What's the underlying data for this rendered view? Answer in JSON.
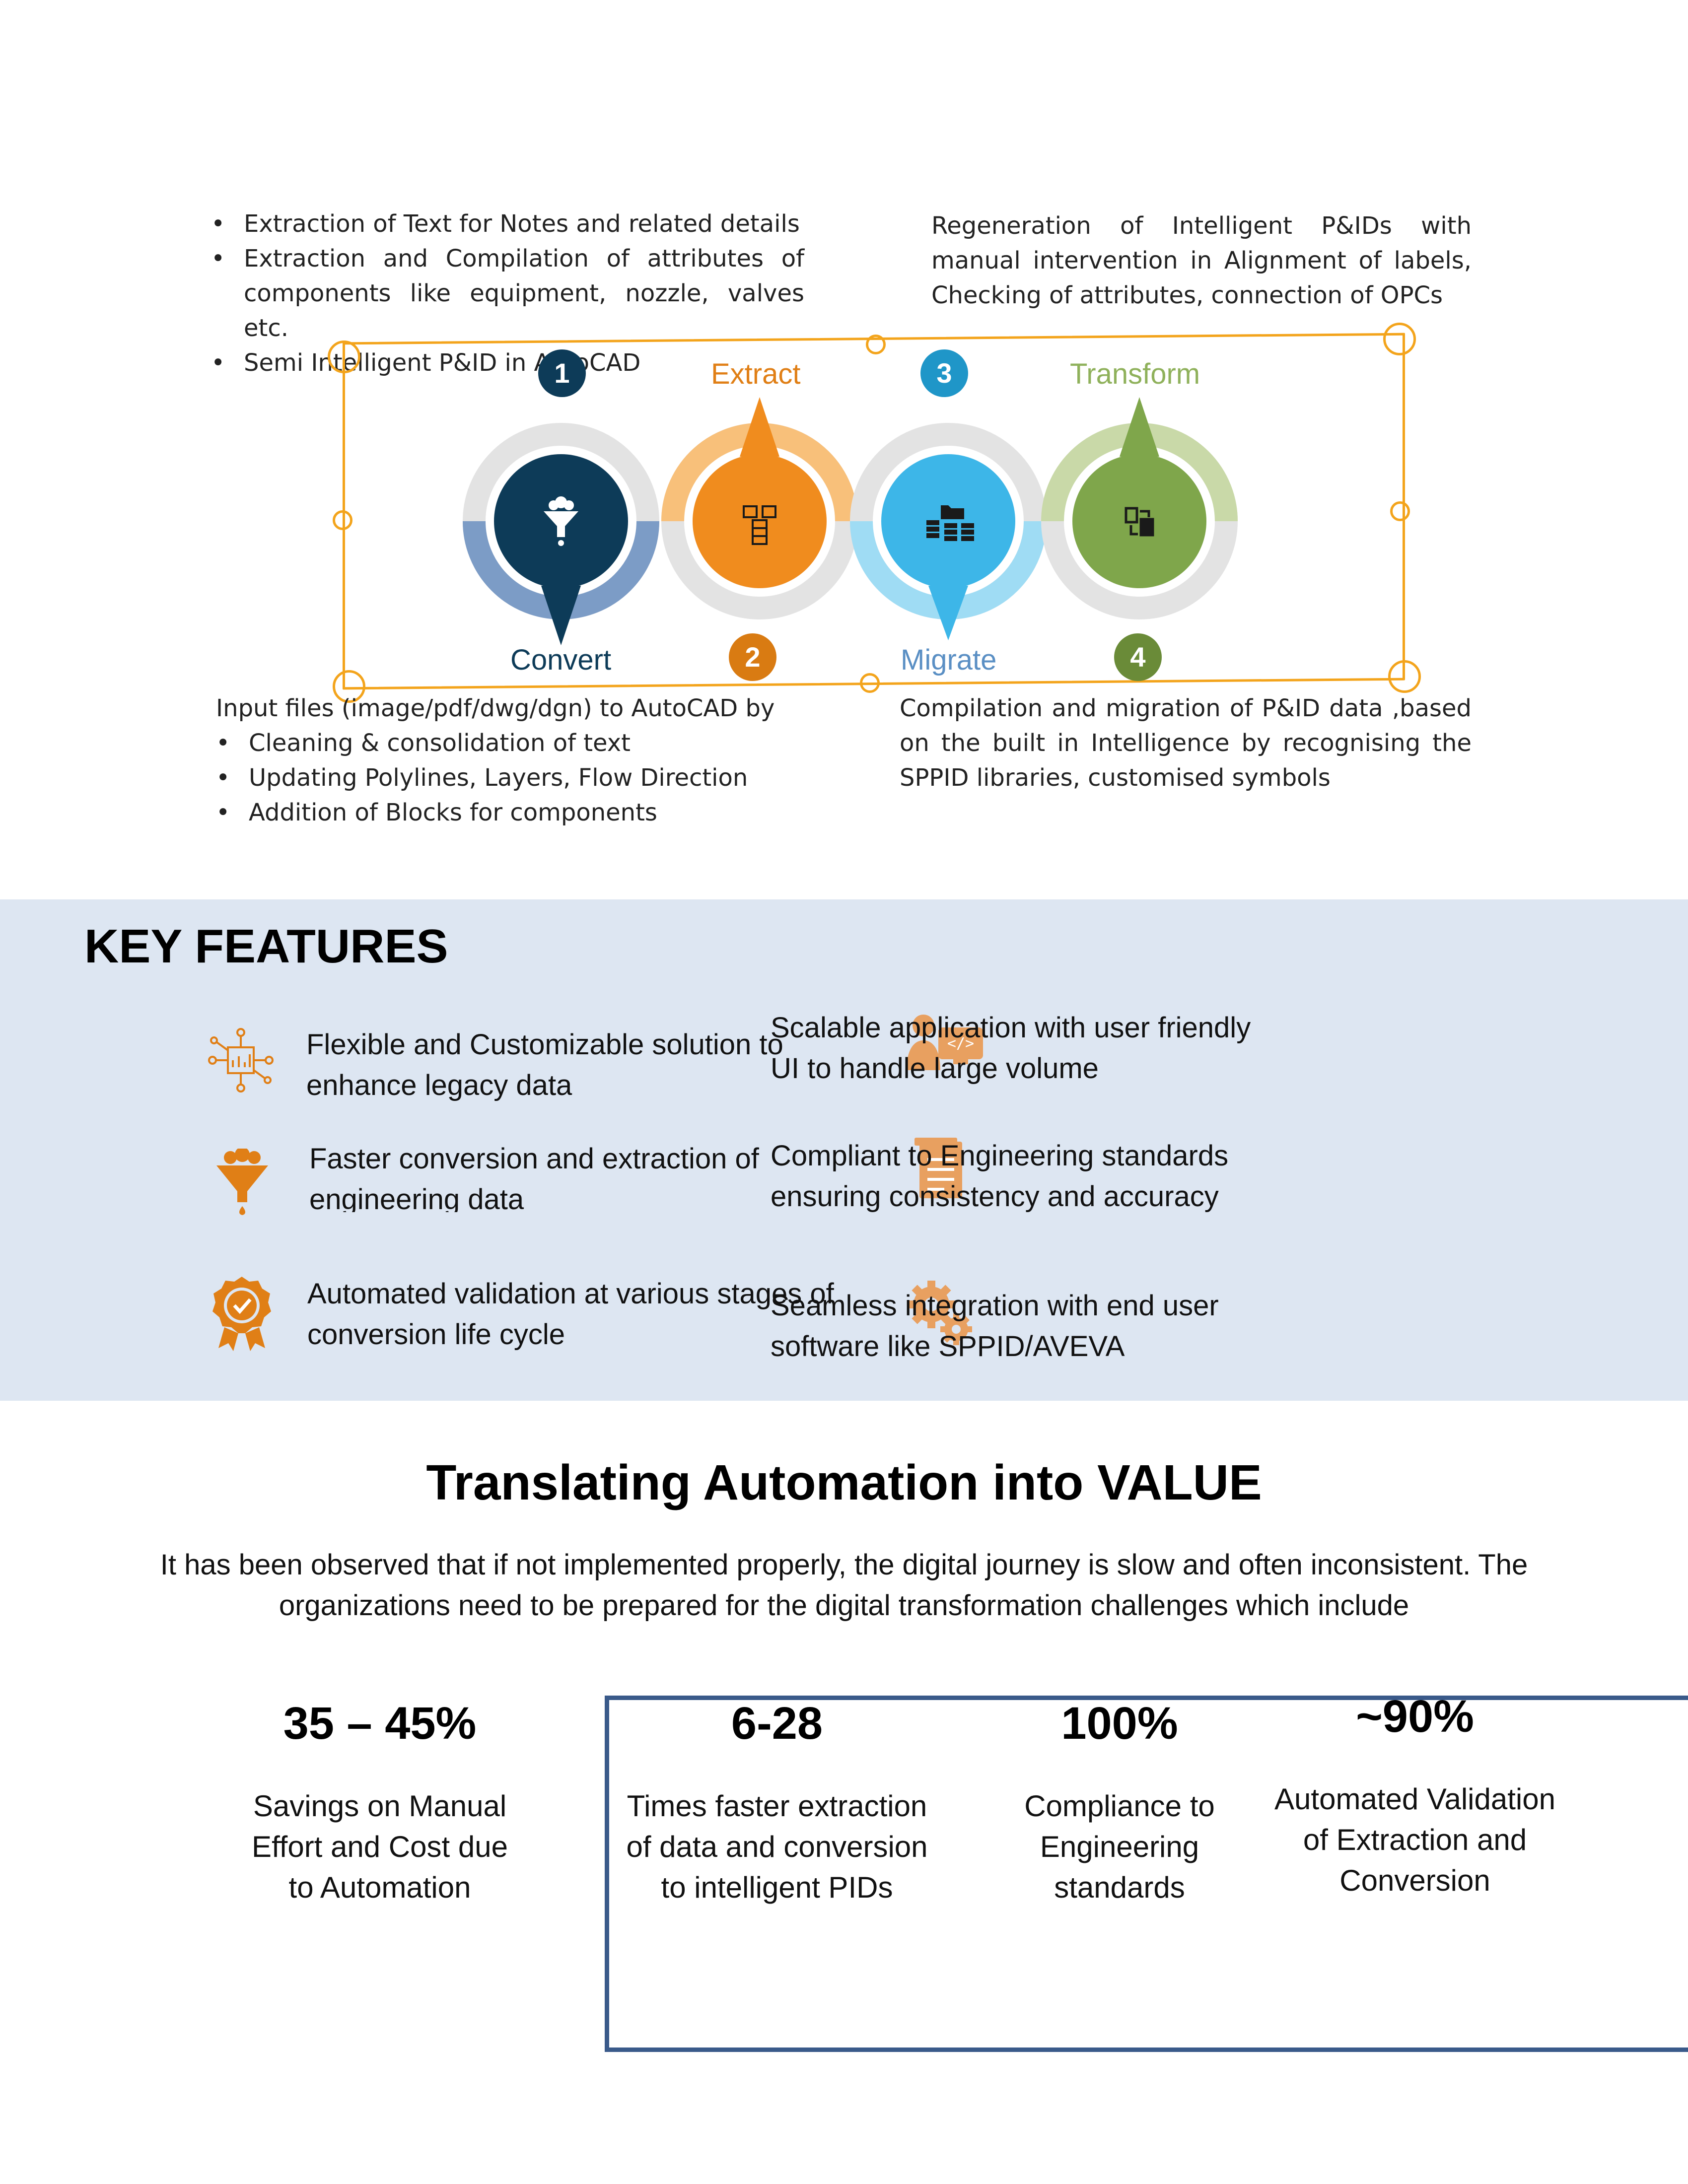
{
  "process": {
    "extract_notes": {
      "bullets": [
        "Extraction of Text for Notes and related details",
        "Extraction and Compilation of attributes of components like equipment, nozzle, valves etc.",
        "Semi Intelligent P&ID in AutoCAD"
      ]
    },
    "transform_notes": {
      "text": "Regeneration of Intelligent P&IDs with manual intervention in Alignment of labels, Checking of attributes, connection of OPCs"
    },
    "convert_notes": {
      "intro": "Input files (image/pdf/dwg/dgn) to AutoCAD by",
      "bullets": [
        "Cleaning & consolidation of text",
        "Updating Polylines, Layers, Flow Direction",
        "Addition of Blocks for components"
      ]
    },
    "migrate_notes": {
      "text": "Compilation and migration of P&ID data ,based on the built in Intelligence by recognising the SPPID libraries, customised symbols"
    },
    "steps": [
      {
        "number": "1",
        "label": "Convert",
        "color": "#0d3b58"
      },
      {
        "number": "2",
        "label": "Extract",
        "color": "#d97b12"
      },
      {
        "number": "3",
        "label": "Migrate",
        "color": "#1f96c8"
      },
      {
        "number": "4",
        "label": "Transform",
        "color": "#6a8b38"
      }
    ]
  },
  "key_features": {
    "title": "KEY FEATURES",
    "items": [
      {
        "text": "Flexible and Customizable solution to enhance legacy data",
        "icon": "network-chart-icon"
      },
      {
        "text": "Faster conversion and extraction of engineering data",
        "icon": "funnel-icon"
      },
      {
        "text": "Automated validation at various stages of conversion life cycle",
        "icon": "badge-check-icon"
      },
      {
        "text": "Scalable application with user friendly UI to handle large volume",
        "icon": "developer-code-icon"
      },
      {
        "text": "Compliant to Engineering standards ensuring consistency and accuracy",
        "icon": "document-icon"
      },
      {
        "text": "Seamless integration with end user software like SPPID/AVEVA",
        "icon": "gears-icon"
      }
    ]
  },
  "value": {
    "title": "Translating Automation into VALUE",
    "intro": "It has been observed that if not implemented properly, the digital journey is slow and often inconsistent. The organizations need to be prepared for the digital transformation challenges which include",
    "stats": [
      {
        "value": "35 – 45%",
        "label": "Savings on Manual Effort and Cost due to Automation"
      },
      {
        "value": "6-28",
        "label": "Times faster extraction of data and conversion to intelligent PIDs"
      },
      {
        "value": "100%",
        "label": "Compliance to Engineering standards"
      },
      {
        "value": "~90%",
        "label": "Automated Validation of Extraction and Conversion"
      }
    ]
  },
  "colors": {
    "accent_orange": "#f08c1e",
    "dark_blue": "#0d3b58",
    "light_blue": "#1f96c8",
    "green": "#7fa64b",
    "band": "#dde6f2",
    "box_border": "#3a5a8a"
  }
}
